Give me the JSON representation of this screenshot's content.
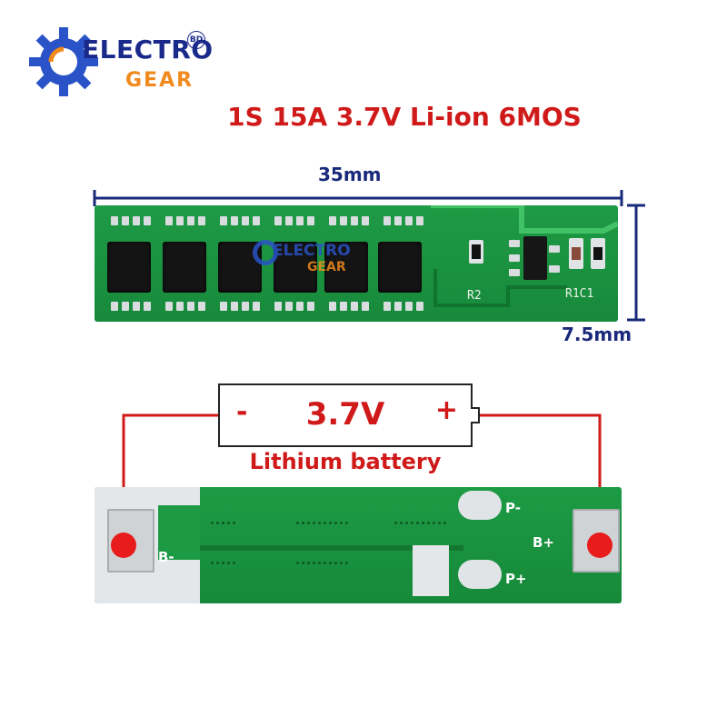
{
  "logo": {
    "electro": "ELECTRO",
    "gear": "GEAR",
    "badge": "BD"
  },
  "title": "1S 15A 3.7V Li-ion 6MOS",
  "dimensions": {
    "width": "35mm",
    "height": "7.5mm"
  },
  "battery": {
    "minus": "-",
    "voltage": "3.7V",
    "plus": "+",
    "caption": "Lithium battery"
  },
  "board_top": {
    "component_labels": [
      "R2",
      "R1C1"
    ],
    "watermark": {
      "electro": "ELECTRO",
      "gear": "GEAR"
    }
  },
  "board_bottom": {
    "labels": [
      "B-",
      "P-",
      "B+",
      "P+"
    ]
  },
  "colors": {
    "accent_red": "#d01a1a",
    "dimension_blue": "#1a2a7a",
    "pcb_green": "#1d9a44",
    "logo_orange": "#f08a1c"
  }
}
